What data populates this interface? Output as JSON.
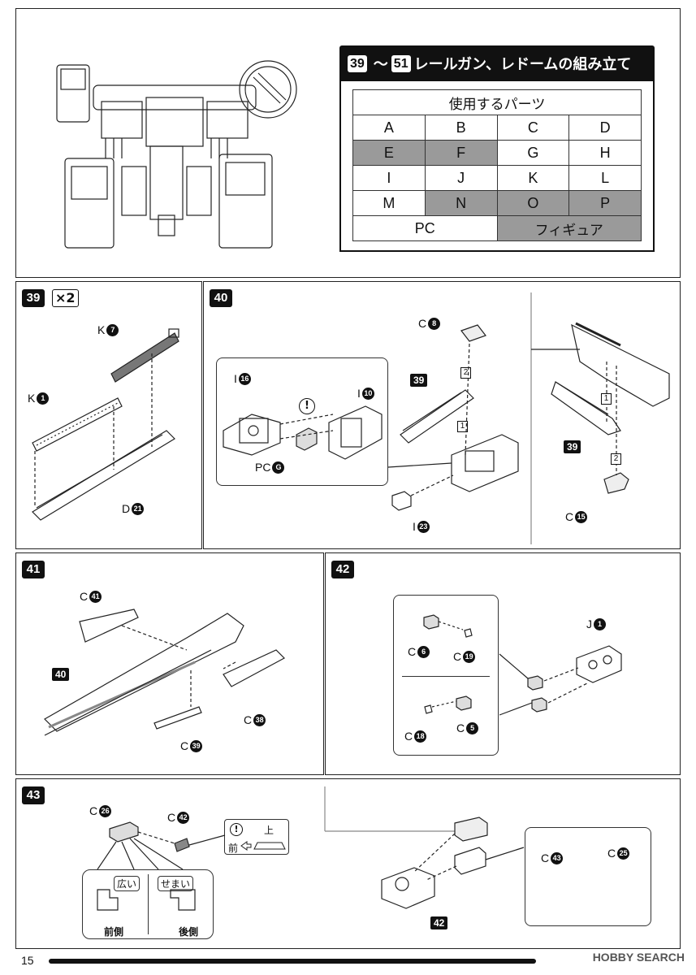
{
  "header": {
    "step_from": "39",
    "range_sep": "～",
    "step_to": "51",
    "title": "レールガン、レドームの組み立て"
  },
  "parts_table": {
    "heading": "使用するパーツ",
    "rows": [
      [
        {
          "t": "A",
          "hl": false
        },
        {
          "t": "B",
          "hl": false
        },
        {
          "t": "C",
          "hl": false
        },
        {
          "t": "D",
          "hl": false
        }
      ],
      [
        {
          "t": "E",
          "hl": true
        },
        {
          "t": "F",
          "hl": true
        },
        {
          "t": "G",
          "hl": false
        },
        {
          "t": "H",
          "hl": false
        }
      ],
      [
        {
          "t": "I",
          "hl": false
        },
        {
          "t": "J",
          "hl": false
        },
        {
          "t": "K",
          "hl": false
        },
        {
          "t": "L",
          "hl": false
        }
      ],
      [
        {
          "t": "M",
          "hl": false
        },
        {
          "t": "N",
          "hl": true
        },
        {
          "t": "O",
          "hl": true
        },
        {
          "t": "P",
          "hl": true
        }
      ]
    ],
    "pc": "PC",
    "figure": "フィギュア"
  },
  "step39": {
    "num": "39",
    "qty": "×2",
    "k7": "K",
    "k7n": "7",
    "k1": "K",
    "k1n": "1",
    "d21": "D",
    "d21n": "21"
  },
  "step40": {
    "num": "40",
    "i16": "I",
    "i16n": "16",
    "i10": "I",
    "i10n": "10",
    "pcg": "PC",
    "pcgn": "G",
    "c8": "C",
    "c8n": "8",
    "ref39a": "39",
    "i23": "I",
    "i23n": "23",
    "step1": "1",
    "step2": "2",
    "ref39b": "39",
    "c15": "C",
    "c15n": "15",
    "step1b": "1",
    "step2b": "2",
    "caution": "!"
  },
  "step41": {
    "num": "41",
    "c41": "C",
    "c41n": "41",
    "ref40": "40",
    "c38": "C",
    "c38n": "38",
    "c39": "C",
    "c39n": "39"
  },
  "step42": {
    "num": "42",
    "c6": "C",
    "c6n": "6",
    "c19": "C",
    "c19n": "19",
    "c18": "C",
    "c18n": "18",
    "c5": "C",
    "c5n": "5",
    "j1": "J",
    "j1n": "1"
  },
  "step43": {
    "num": "43",
    "c26": "C",
    "c26n": "26",
    "c42": "C",
    "c42n": "42",
    "caution": "!",
    "up": "上",
    "front": "前",
    "wide": "広い",
    "narrow": "せまい",
    "front_side": "前側",
    "rear_side": "後側",
    "ref42": "42",
    "c43": "C",
    "c43n": "43",
    "c25": "C",
    "c25n": "25"
  },
  "footer": {
    "page": "15",
    "watermark": "HOBBY SEARCH"
  }
}
